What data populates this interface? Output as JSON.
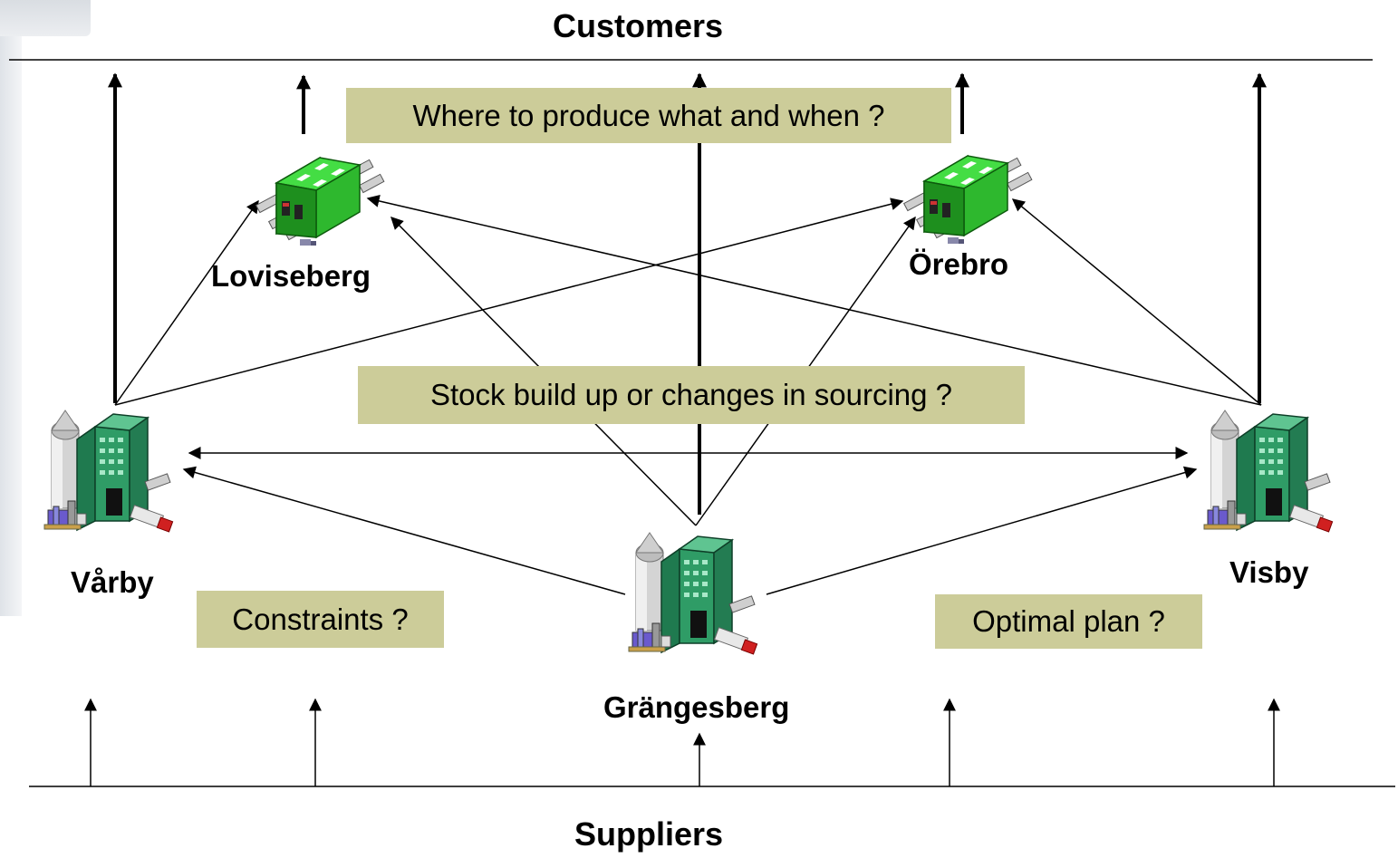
{
  "diagram": {
    "top_band": "Customers",
    "bottom_band": "Suppliers",
    "sites": {
      "loviseberg": {
        "label": "Loviseberg",
        "kind": "warehouse"
      },
      "orebro": {
        "label": "Örebro",
        "kind": "warehouse"
      },
      "varby": {
        "label": "Vårby",
        "kind": "factory"
      },
      "visby": {
        "label": "Visby",
        "kind": "factory"
      },
      "grangesberg": {
        "label": "Grängesberg",
        "kind": "factory"
      }
    },
    "questions": {
      "produce": "Where to produce what and when ?",
      "stock": "Stock build up or changes in sourcing ?",
      "constraints": "Constraints ?",
      "optimal": "Optimal plan ?"
    },
    "colors": {
      "question_box": "#cccc99",
      "warehouse_green": "#33cc33",
      "factory_teal": "#3f9f6f",
      "silo_gray": "#c0c0c0"
    }
  }
}
